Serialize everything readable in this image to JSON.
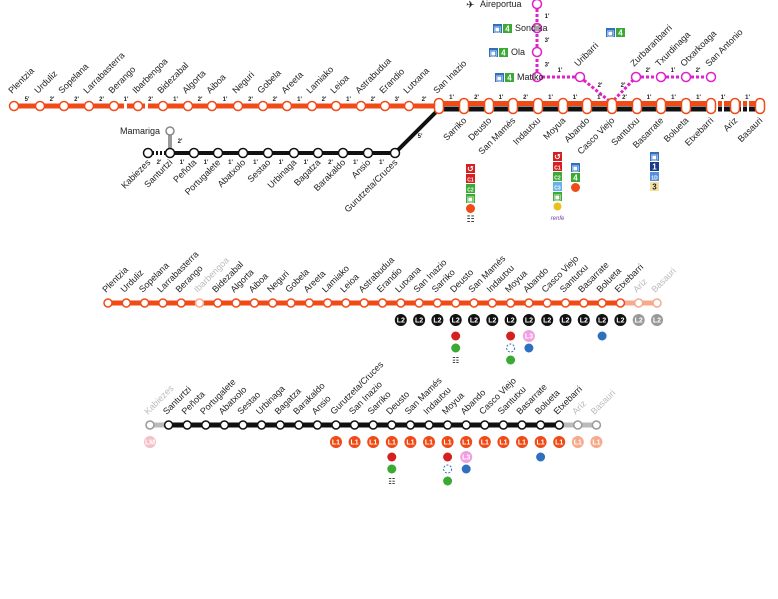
{
  "colors": {
    "l1": "#f04a17",
    "l1_light": "#f7a98c",
    "l2": "#111111",
    "l2_dim": "#999999",
    "l3": "#e020c8",
    "l3_light": "#f0a0e0",
    "bilbobus": "#2e6fc0",
    "bizkaibus": "#3aaa35",
    "renfe": "#d62020",
    "dim_text": "#bbbbbb"
  },
  "main_map": {
    "line1": {
      "stations": [
        "Plentzia",
        "Urduliz",
        "Sopelana",
        "Larrabasterra",
        "Berango",
        "Ibarbengoa",
        "Bidezabal",
        "Algorta",
        "Aiboa",
        "Neguri",
        "Gobela",
        "Areeta",
        "Lamiako",
        "Leioa",
        "Astrabudua",
        "Erandio",
        "Lutxana",
        "San Inazio"
      ],
      "times": [
        "5'",
        "2'",
        "2'",
        "2'",
        "1'",
        "2'",
        "1'",
        "2'",
        "1'",
        "2'",
        "2'",
        "1'",
        "2'",
        "1'",
        "2'",
        "3'",
        "2'"
      ]
    },
    "trunk": {
      "stations": [
        "San Inazio",
        "Sarriko",
        "Deusto",
        "San Mamés",
        "Indautxu",
        "Moyua",
        "Abando",
        "Casco Viejo",
        "Santutxu",
        "Basarrate",
        "Bolueta",
        "Etxebarri",
        "Ariz",
        "Basauri"
      ],
      "times": [
        "1'",
        "2'",
        "1'",
        "2'",
        "1'",
        "1'",
        "1'",
        "2'",
        "1'",
        "1'",
        "1'",
        "1'",
        "1'"
      ]
    },
    "line2": {
      "stations": [
        "Kabiezes",
        "Santurtzi",
        "Peñota",
        "Portugalete",
        "Abatxolo",
        "Sestao",
        "Urbinaga",
        "Bagatza",
        "Barakaldo",
        "Ansio",
        "Gurutzeta/Cruces"
      ],
      "times": [
        "2'",
        "1'",
        "1'",
        "1'",
        "1'",
        "1'",
        "1'",
        "2'",
        "1'",
        "1'"
      ],
      "junction_time": "5'",
      "branch": {
        "station": "Mamariga",
        "time": "2'"
      }
    },
    "line3": {
      "north_branch": [
        "Aireportua",
        "Sondika",
        "Ola",
        "Matiko"
      ],
      "north_times": [
        "1'",
        "3'",
        "3'"
      ],
      "stations": [
        "Matiko",
        "Uribarri",
        "Casco Viejo",
        "Zurbaranbarri",
        "Txurdinaga",
        "Otxarkoaga",
        "San Antonio"
      ],
      "times": [
        "1'",
        "2'",
        "2'",
        "2'",
        "1'",
        "2'"
      ],
      "legend": [
        {
          "station": "Aireportua",
          "icon": "airplane-icon"
        },
        {
          "station": "Sondika",
          "icon": "bus-tram-icon",
          "badge": "4"
        },
        {
          "station": "Ola",
          "icon": "bus-tram-icon",
          "badge": "4"
        },
        {
          "station": "Matiko",
          "icon": "bus-tram-icon",
          "badge": "4"
        }
      ],
      "uribarri_badge": "4"
    },
    "transfers": {
      "san_mames": [
        "Renfe",
        "C1",
        "C2",
        "Bizkaibus",
        "Euskotren",
        "Bus station"
      ],
      "abando": [
        "Renfe",
        "C1",
        "C2",
        "C3",
        "Bizkaibus",
        "Feve",
        "renfe"
      ],
      "casco_viejo": [
        "Bilbobus",
        "4",
        "Euskotren"
      ],
      "bolueta": [
        "Bilbobus",
        "1",
        "1D",
        "3"
      ]
    }
  },
  "line2_strip": {
    "stations": [
      "Plentzia",
      "Urduliz",
      "Sopelana",
      "Larrabasterra",
      "Berango",
      "Ibarbengoa",
      "Bidezabal",
      "Algorta",
      "Aiboa",
      "Neguri",
      "Gobela",
      "Areeta",
      "Lamiako",
      "Leioa",
      "Astrabudua",
      "Erandio",
      "Lutxana",
      "San Inazio",
      "Sarriko",
      "Deusto",
      "San Mamés",
      "Indautxu",
      "Moyua",
      "Abando",
      "Casco Viejo",
      "Santutxu",
      "Basarrate",
      "Bolueta",
      "Etxebarri",
      "Ariz",
      "Basauri"
    ],
    "dimmed": [
      "Ibarbengoa",
      "Ariz",
      "Basauri"
    ],
    "badge_label": "L2",
    "badge_from": "Lutxana"
  },
  "line1_strip": {
    "stations": [
      "Kabiezes",
      "Santurtzi",
      "Peñota",
      "Portugalete",
      "Abatxolo",
      "Sestao",
      "Urbinaga",
      "Bagatza",
      "Barakaldo",
      "Ansio",
      "Gurutzeta/Cruces",
      "San Inazio",
      "Sarriko",
      "Deusto",
      "San Mamés",
      "Indautxu",
      "Moyua",
      "Abando",
      "Casco Viejo",
      "Santutxu",
      "Basarrate",
      "Bolueta",
      "Etxebarri",
      "Ariz",
      "Basauri"
    ],
    "dimmed": [
      "Kabiezes",
      "Ariz",
      "Basauri"
    ],
    "badge_label": "L1",
    "kabiezes_badge": "LM"
  }
}
